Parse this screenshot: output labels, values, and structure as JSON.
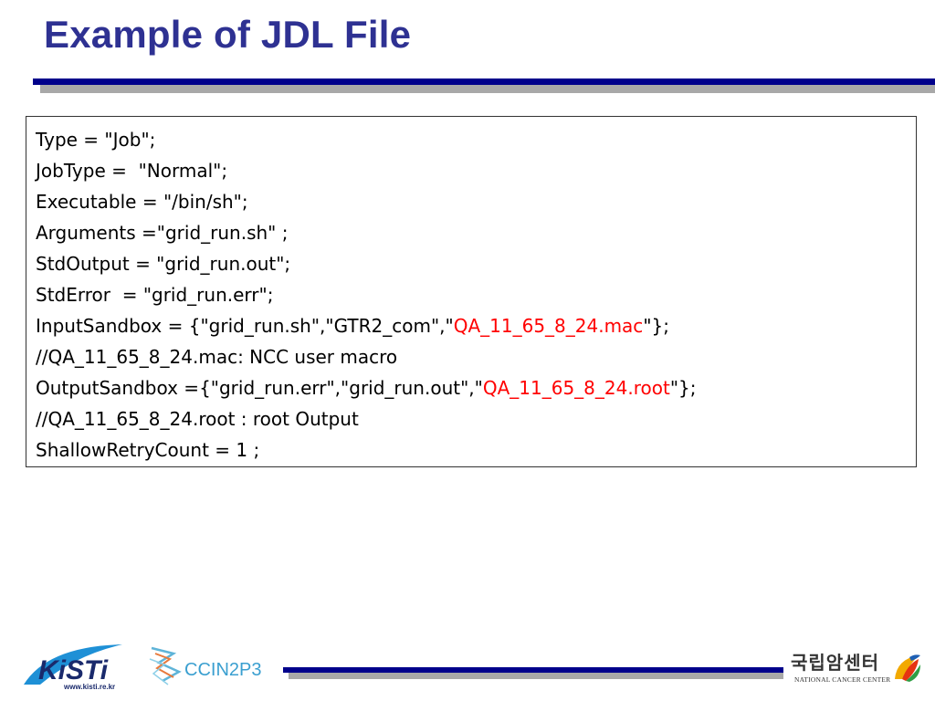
{
  "slide": {
    "title": "Example of JDL File"
  },
  "jdl": {
    "lines": [
      {
        "plain": "Type = \"Job\";"
      },
      {
        "plain": "JobType =  \"Normal\";"
      },
      {
        "plain": "Executable = \"/bin/sh\";"
      },
      {
        "plain": "Arguments =\"grid_run.sh\" ;"
      },
      {
        "plain": "StdOutput = \"grid_run.out\";"
      },
      {
        "plain": "StdError  = \"grid_run.err\";"
      },
      {
        "pre": "InputSandbox = {\"grid_run.sh\",\"GTR2_com\",\"",
        "highlight": "QA_11_65_8_24.mac",
        "post": "\"};"
      },
      {
        "plain": "//QA_11_65_8_24.mac: NCC user macro"
      },
      {
        "pre": "OutputSandbox ={\"grid_run.err\",\"grid_run.out\",\"",
        "highlight": "QA_11_65_8_24.root",
        "post": "\"};"
      },
      {
        "plain": "//QA_11_65_8_24.root : root Output"
      },
      {
        "plain": "ShallowRetryCount = 1 ;"
      }
    ],
    "highlight_color": "#ff0000"
  },
  "footer": {
    "kisti_logo": {
      "name": "KiSTi",
      "url": "www.kisti.re.kr"
    },
    "ccin2p3_logo": {
      "name": "CCIN2P3"
    },
    "ncc_logo": {
      "korean": "국립암센터",
      "english": "NATIONAL CANCER CENTER"
    }
  },
  "colors": {
    "title": "#2e3192",
    "rule": "#00008b",
    "rule_shadow": "#a8a8a8"
  }
}
